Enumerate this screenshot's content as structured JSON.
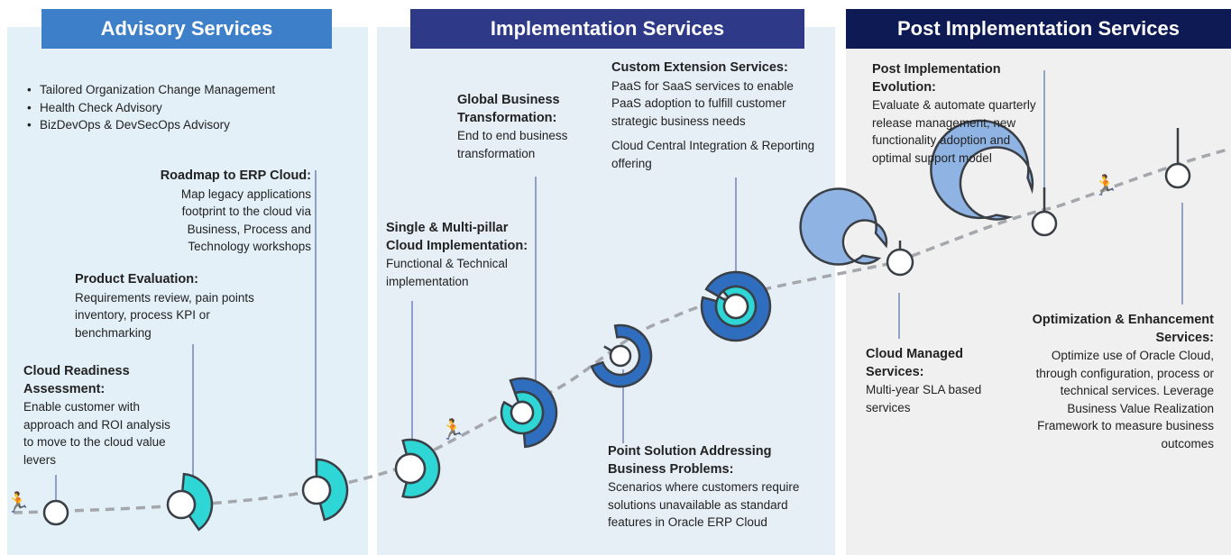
{
  "headers": {
    "advisory": "Advisory Services",
    "implementation": "Implementation Services",
    "post": "Post Implementation Services"
  },
  "advisory_bullets": [
    "Tailored Organization Change Management",
    "Health Check Advisory",
    "BizDevOps & DevSecOps Advisory"
  ],
  "milestones": {
    "readiness": {
      "title": "Cloud Readiness Assessment:",
      "desc": "Enable customer with approach and ROI analysis to move to the cloud value levers"
    },
    "product_eval": {
      "title": "Product Evaluation:",
      "desc": "Requirements review, pain points inventory, process KPI or benchmarking"
    },
    "roadmap": {
      "title": "Roadmap to ERP Cloud:",
      "desc": "Map legacy applications footprint to the cloud via Business, Process and Technology workshops"
    },
    "single_multi": {
      "title": "Single & Multi-pillar Cloud Implementation:",
      "desc": "Functional & Technical implementation"
    },
    "global_bt": {
      "title": "Global Business Transformation:",
      "desc": "End to end business transformation"
    },
    "custom_ext": {
      "title": "Custom Extension Services:",
      "desc": "PaaS for SaaS services to enable PaaS adoption to fulfill customer strategic business needs",
      "desc2": "Cloud Central Integration & Reporting offering"
    },
    "point_solution": {
      "title": "Point Solution Addressing Business Problems:",
      "desc": "Scenarios where customers require solutions unavailable as standard features in Oracle ERP Cloud"
    },
    "cloud_managed": {
      "title": "Cloud Managed Services:",
      "desc": "Multi-year SLA based services"
    },
    "post_evolution": {
      "title": "Post Implementation Evolution:",
      "desc": "Evaluate & automate quarterly release management, new functionality adoption and optimal support model"
    },
    "optimization": {
      "title": "Optimization & Enhancement Services:",
      "desc": "Optimize use of Oracle Cloud, through configuration, process or technical services. Leverage Business Value Realization Framework to measure business outcomes"
    }
  },
  "icons": [
    "runner-icon",
    "progress-ring-icon"
  ],
  "colors": {
    "advisory_header": "#3d7fc8",
    "implementation_header": "#2e3a88",
    "post_header": "#0e1a54",
    "ring_cyan": "#2ed6d6",
    "ring_blue": "#2f6dbf",
    "ring_light": "#8fb4e3",
    "runner": "#d9531e"
  }
}
